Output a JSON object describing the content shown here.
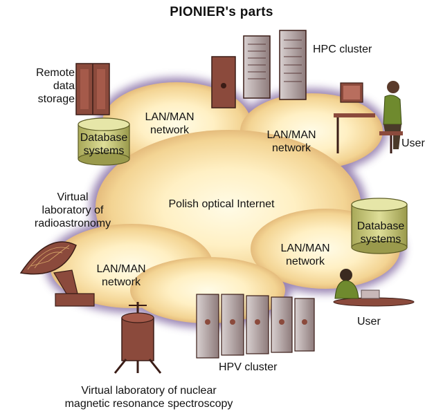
{
  "title": "PIONIER's parts",
  "center_label": "Polish optical Internet",
  "clouds": {
    "top_left": "LAN/MAN\nnetwork",
    "top_right": "LAN/MAN\nnetwork",
    "bottom_left": "LAN/MAN\nnetwork",
    "bottom_right": "LAN/MAN\nnetwork"
  },
  "nodes": {
    "remote_storage": "Remote\ndata\nstorage",
    "database_left": "Database\nsystems",
    "hpc_cluster": "HPC cluster",
    "user_top": "User",
    "radioastronomy": "Virtual\nlaboratory of\nradioastronomy",
    "database_right": "Database\nsystems",
    "user_bottom": "User",
    "hpv_cluster": "HPV cluster",
    "nmr_lab": "Virtual laboratory of nuclear\nmagnetic resonance spectroscopy"
  },
  "colors": {
    "cloud_outer": "#8a72a8",
    "cloud_core": "#fff6c8",
    "cloud_mid": "#f6d99a",
    "equipment": "#8b4a3c",
    "database": "#c9c97a",
    "person": "#6f8a2e"
  }
}
